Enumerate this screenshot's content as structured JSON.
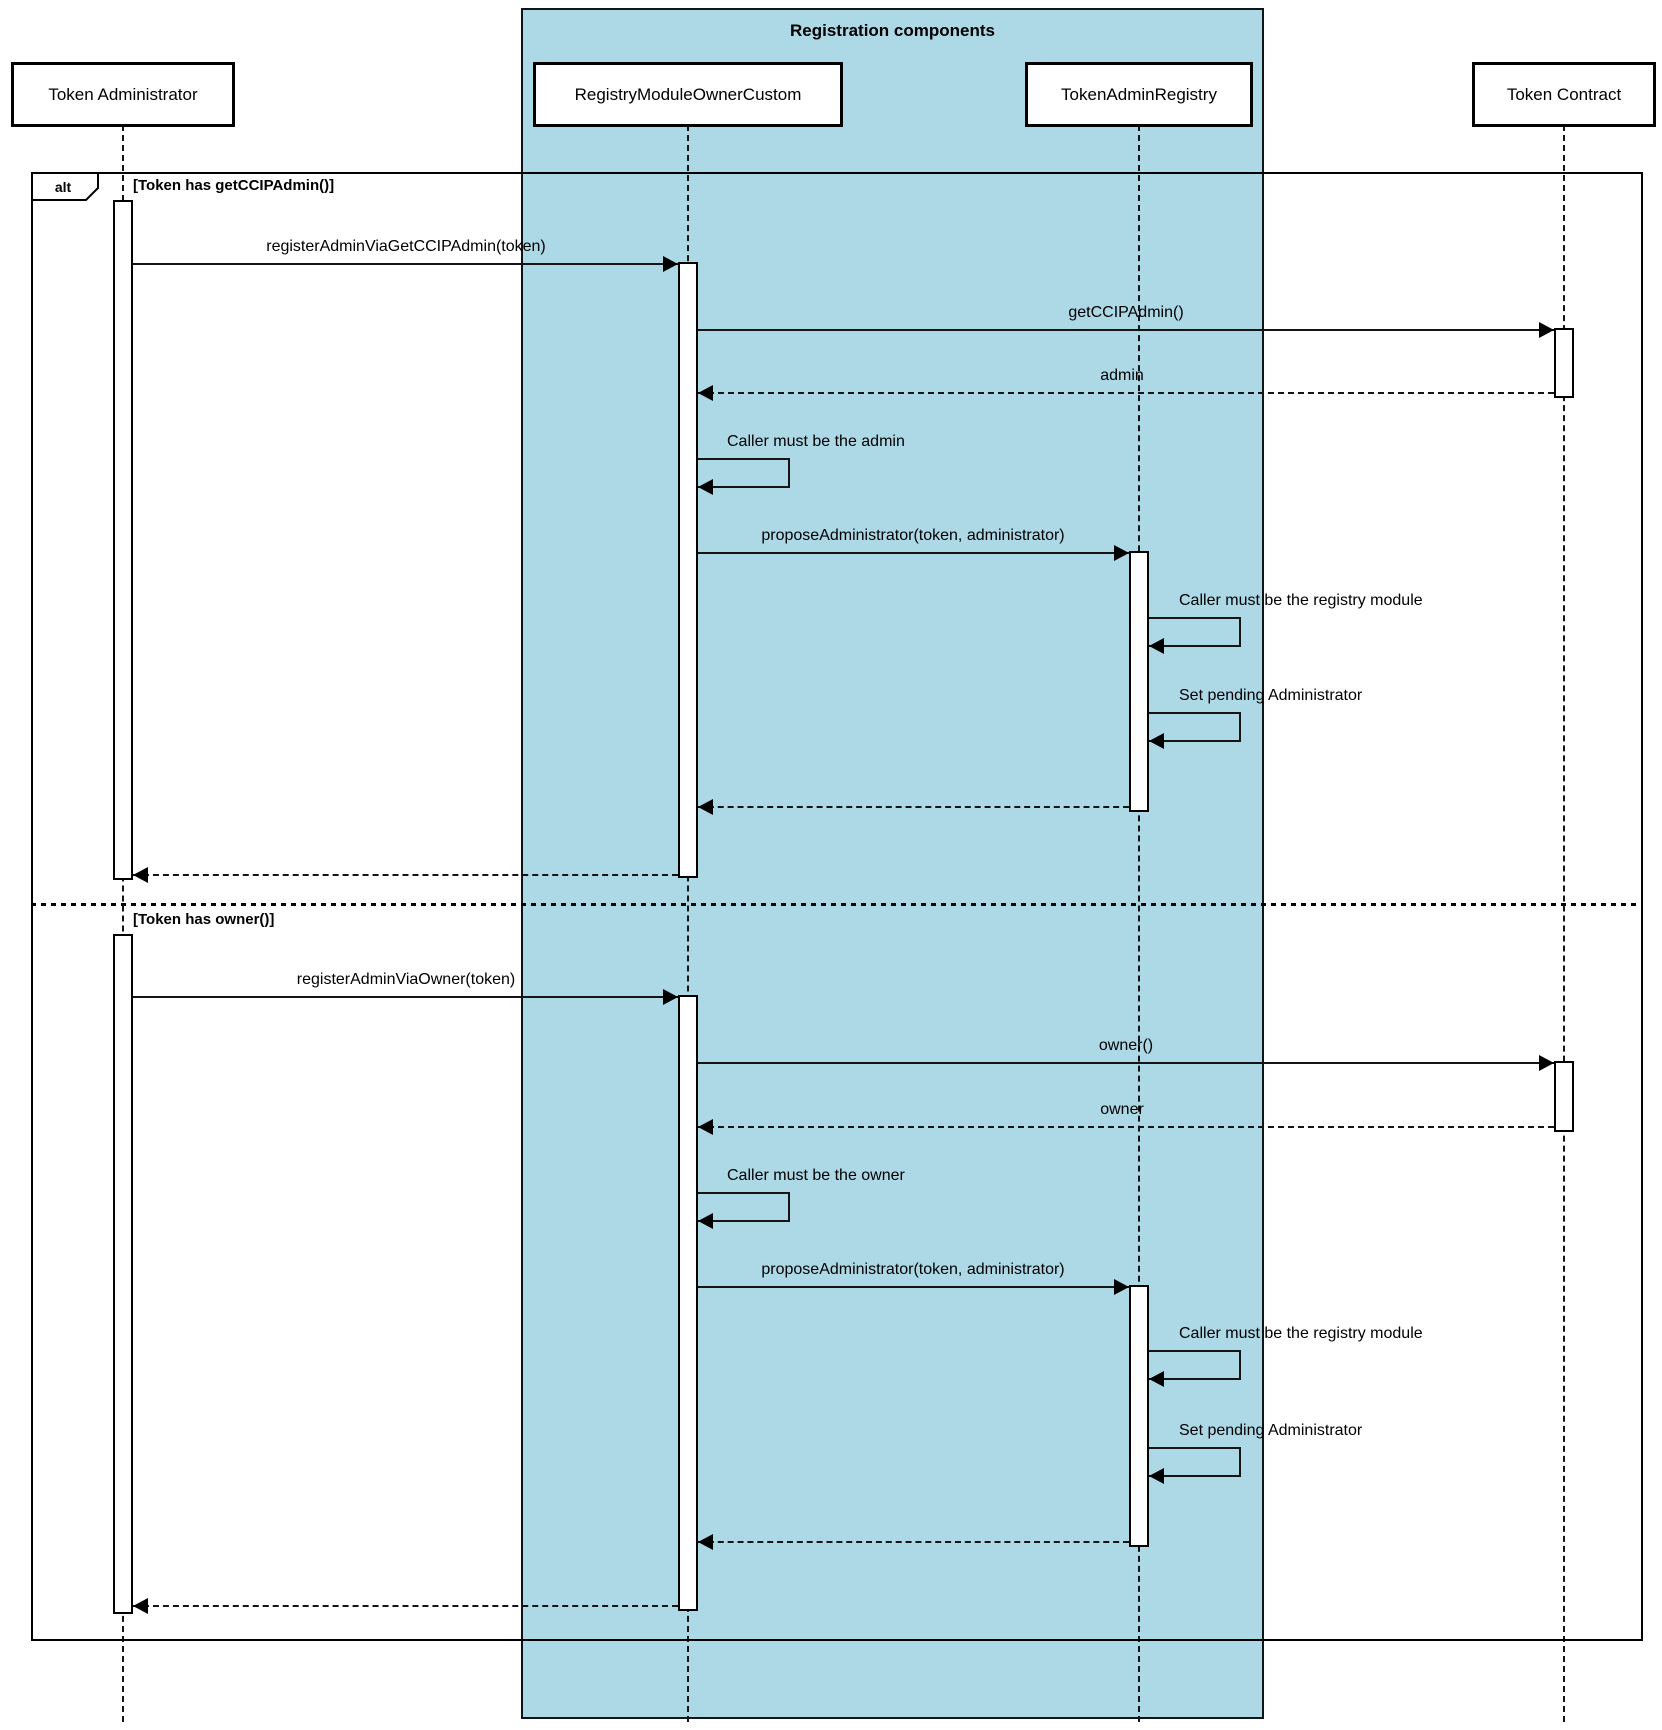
{
  "colors": {
    "container_fill": "#ADD8E6",
    "line": "#000000",
    "participant_fill": "#FFFFFF"
  },
  "container": {
    "title": "Registration components"
  },
  "frame": {
    "operator": "alt"
  },
  "participants": [
    {
      "name": "Token Administrator"
    },
    {
      "name": "RegistryModuleOwnerCustom"
    },
    {
      "name": "TokenAdminRegistry"
    },
    {
      "name": "Token Contract"
    }
  ],
  "sections": [
    {
      "guard": "[Token has getCCIPAdmin()]",
      "messages": [
        {
          "label": "registerAdminViaGetCCIPAdmin(token)",
          "from": "Token Administrator",
          "to": "RegistryModuleOwnerCustom",
          "kind": "sync"
        },
        {
          "label": "getCCIPAdmin()",
          "from": "RegistryModuleOwnerCustom",
          "to": "Token Contract",
          "kind": "sync"
        },
        {
          "label": "admin",
          "from": "Token Contract",
          "to": "RegistryModuleOwnerCustom",
          "kind": "return"
        },
        {
          "label": "Caller must be the admin",
          "from": "RegistryModuleOwnerCustom",
          "to": "RegistryModuleOwnerCustom",
          "kind": "self"
        },
        {
          "label": "proposeAdministrator(token, administrator)",
          "from": "RegistryModuleOwnerCustom",
          "to": "TokenAdminRegistry",
          "kind": "sync"
        },
        {
          "label": "Caller must be the registry module",
          "from": "TokenAdminRegistry",
          "to": "TokenAdminRegistry",
          "kind": "self"
        },
        {
          "label": "Set pending Administrator",
          "from": "TokenAdminRegistry",
          "to": "TokenAdminRegistry",
          "kind": "self"
        },
        {
          "label": "",
          "from": "TokenAdminRegistry",
          "to": "RegistryModuleOwnerCustom",
          "kind": "return"
        },
        {
          "label": "",
          "from": "RegistryModuleOwnerCustom",
          "to": "Token Administrator",
          "kind": "return"
        }
      ]
    },
    {
      "guard": "[Token has owner()]",
      "messages": [
        {
          "label": "registerAdminViaOwner(token)",
          "from": "Token Administrator",
          "to": "RegistryModuleOwnerCustom",
          "kind": "sync"
        },
        {
          "label": "owner()",
          "from": "RegistryModuleOwnerCustom",
          "to": "Token Contract",
          "kind": "sync"
        },
        {
          "label": "owner",
          "from": "Token Contract",
          "to": "RegistryModuleOwnerCustom",
          "kind": "return"
        },
        {
          "label": "Caller must be the owner",
          "from": "RegistryModuleOwnerCustom",
          "to": "RegistryModuleOwnerCustom",
          "kind": "self"
        },
        {
          "label": "proposeAdministrator(token, administrator)",
          "from": "RegistryModuleOwnerCustom",
          "to": "TokenAdminRegistry",
          "kind": "sync"
        },
        {
          "label": "Caller must be the registry module",
          "from": "TokenAdminRegistry",
          "to": "TokenAdminRegistry",
          "kind": "self"
        },
        {
          "label": "Set pending Administrator",
          "from": "TokenAdminRegistry",
          "to": "TokenAdminRegistry",
          "kind": "self"
        },
        {
          "label": "",
          "from": "TokenAdminRegistry",
          "to": "RegistryModuleOwnerCustom",
          "kind": "return"
        },
        {
          "label": "",
          "from": "RegistryModuleOwnerCustom",
          "to": "Token Administrator",
          "kind": "return"
        }
      ]
    }
  ]
}
